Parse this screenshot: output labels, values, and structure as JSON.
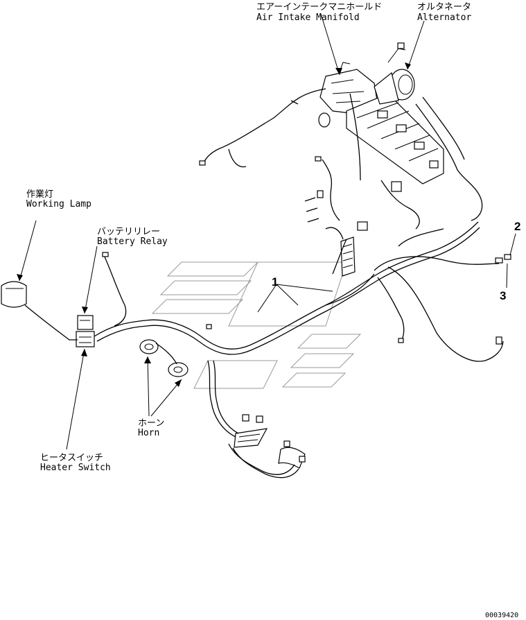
{
  "labels": {
    "air_intake_ja": "エアーインテークマニホールド",
    "air_intake_en": "Air Intake Manifold",
    "alternator_ja": "オルタネータ",
    "alternator_en": "Alternator",
    "working_lamp_ja": "作業灯",
    "working_lamp_en": "Working Lamp",
    "battery_relay_ja": "バッテリリレー",
    "battery_relay_en": "Battery Relay",
    "horn_ja": "ホーン",
    "horn_en": "Horn",
    "heater_switch_ja": "ヒータスイッチ",
    "heater_switch_en": "Heater Switch"
  },
  "callouts": {
    "n1": "1",
    "n2": "2",
    "n3": "3"
  },
  "drawing_code": "00039420"
}
